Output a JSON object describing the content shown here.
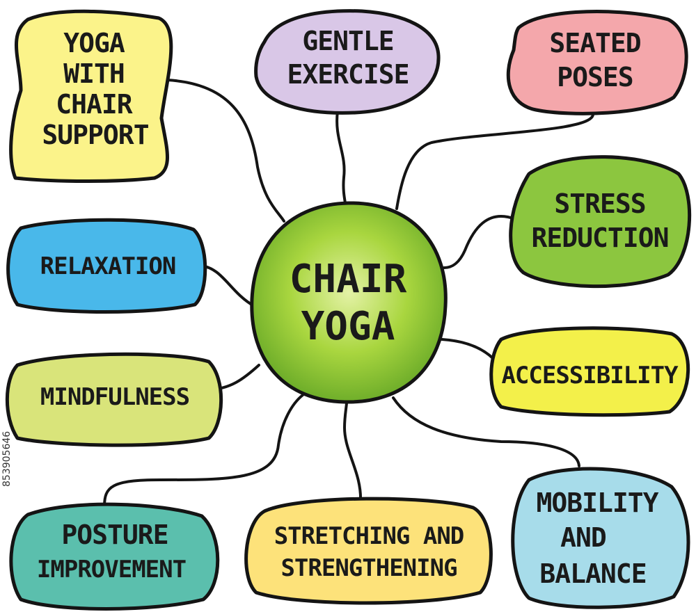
{
  "central_topic": {
    "lines": [
      "CHAIR",
      "YOGA"
    ],
    "color": "#9ccf35"
  },
  "branches": [
    {
      "id": "yoga-chair-support",
      "lines": [
        "YOGA",
        "WITH",
        "CHAIR",
        "SUPPORT"
      ],
      "color": "#fbf38a"
    },
    {
      "id": "gentle-exercise",
      "lines": [
        "GENTLE",
        "EXERCISE"
      ],
      "color": "#d9c7e7"
    },
    {
      "id": "seated-poses",
      "lines": [
        "SEATED",
        "POSES"
      ],
      "color": "#f4a7ab"
    },
    {
      "id": "stress-reduction",
      "lines": [
        "STRESS",
        "REDUCTION"
      ],
      "color": "#8cc63f"
    },
    {
      "id": "accessibility",
      "lines": [
        "ACCESSIBILITY"
      ],
      "color": "#f3f04a"
    },
    {
      "id": "mobility-balance",
      "lines": [
        "MOBILITY",
        "AND",
        "BALANCE"
      ],
      "color": "#a7dcea"
    },
    {
      "id": "stretching-strengthening",
      "lines": [
        "STRETCHING AND",
        "STRENGTHENING"
      ],
      "color": "#fde27a"
    },
    {
      "id": "posture-improvement",
      "lines": [
        "POSTURE",
        "IMPROVEMENT"
      ],
      "color": "#5bbfad"
    },
    {
      "id": "mindfulness",
      "lines": [
        "MINDFULNESS"
      ],
      "color": "#d9e47a"
    },
    {
      "id": "relaxation",
      "lines": [
        "RELAXATION"
      ],
      "color": "#49b8ea"
    }
  ],
  "side_id": "853905646"
}
